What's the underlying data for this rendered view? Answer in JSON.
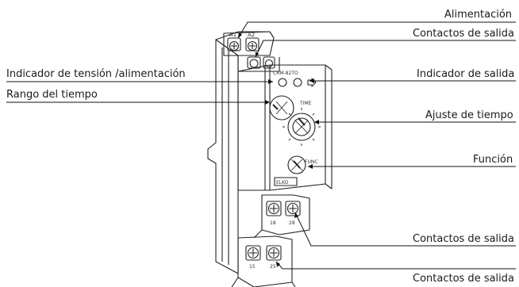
{
  "callouts": {
    "alimentacion": "Alimentación",
    "contactos_top": "Contactos de salida",
    "indicador_tension": "Indicador de tensión /alimentación",
    "indicador_salida": "Indicador de salida",
    "rango_tiempo": "Rango del tiempo",
    "ajuste_tiempo": "Ajuste  de tiempo",
    "funcion": "Función",
    "contactos_mid": "Contactos de salida",
    "contactos_bottom": "Contactos de salida"
  },
  "device": {
    "model": "CRM-82TO",
    "terminal_a1": "A1",
    "terminal_a2": "A2",
    "time_label": "TIME",
    "func_label": "FUNC",
    "terminal_18": "18",
    "terminal_28": "28",
    "terminal_15": "15",
    "terminal_25": "25",
    "brand": "ELKO"
  }
}
